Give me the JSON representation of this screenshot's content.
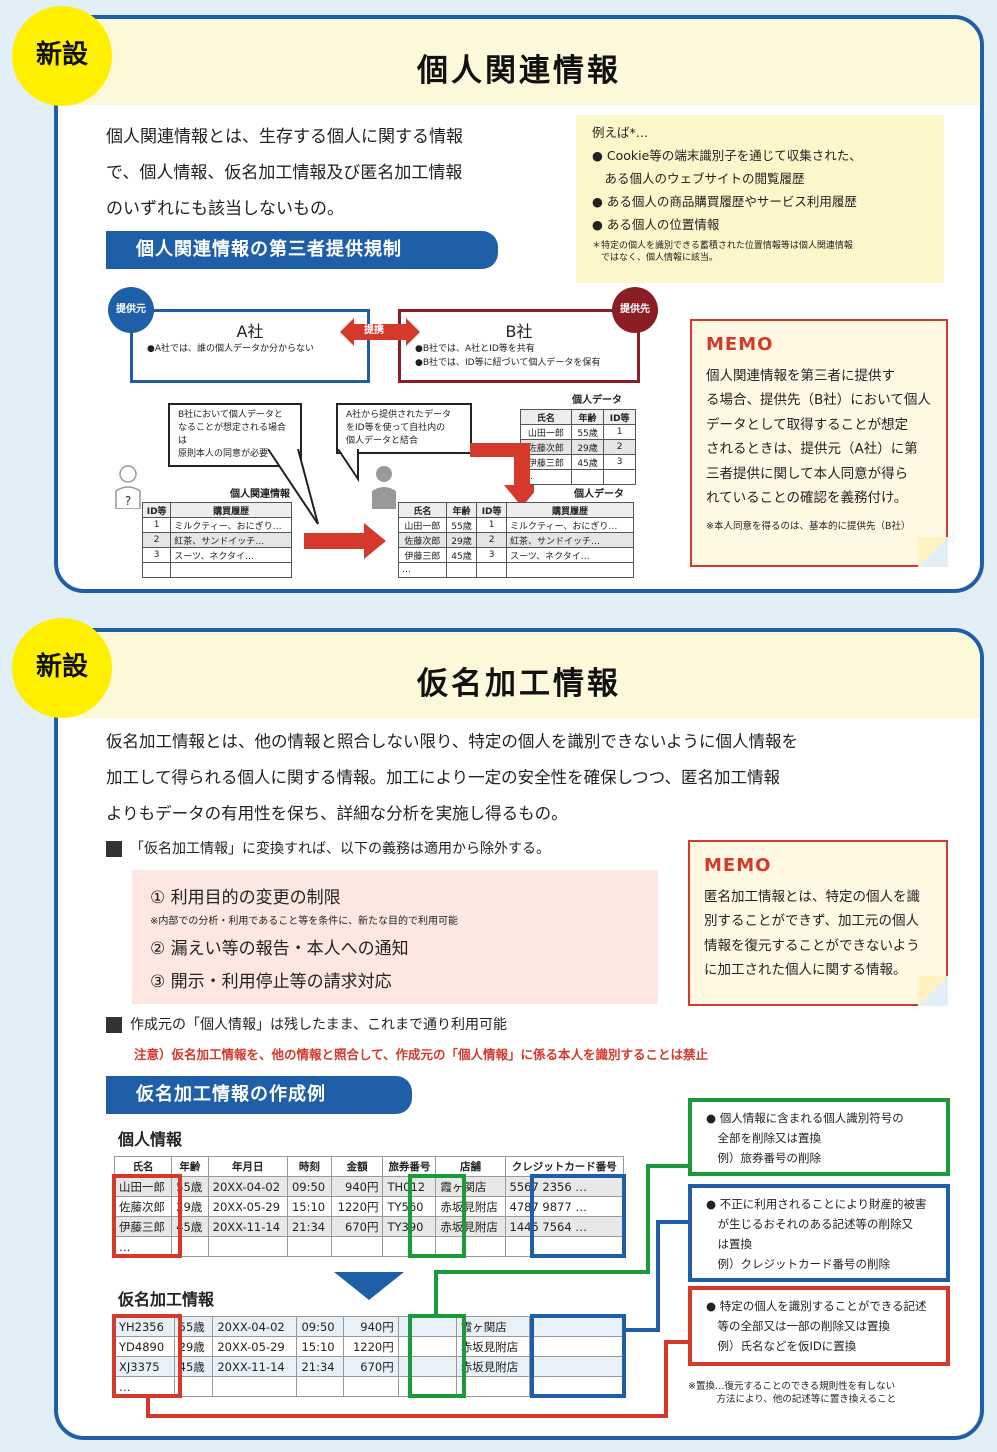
{
  "badge": "新設",
  "s1": {
    "title": "個人関連情報",
    "def": [
      "個人関連情報とは、生存する個人に関する情報",
      "で、個人情報、仮名加工情報及び匿名加工情報",
      "のいずれにも該当しないもの。"
    ],
    "bar": "個人関連情報の第三者提供規制",
    "example": {
      "title": "例えば*…",
      "items": [
        "● Cookie等の端末識別子を通じて収集された、",
        "　ある個人のウェブサイトの閲覧履歴",
        "● ある個人の商品購買履歴やサービス利用履歴",
        "● ある個人の位置情報"
      ],
      "note": [
        "＊特定の個人を識別できる蓄積された位置情報等は個人関連情報",
        "　ではなく、個人情報に該当。"
      ]
    },
    "provider_label": "提供元",
    "recipient_label": "提供先",
    "link_label": "提携",
    "a": {
      "name": "A社",
      "line": "●A社では、誰の個人データか分からない"
    },
    "b": {
      "name": "B社",
      "lines": [
        "●B社では、A社とID等を共有",
        "●B社では、ID等に紐づいて個人データを保有"
      ]
    },
    "bubble1": [
      "B社において個人データと",
      "なることが想定される場合は",
      "原則本人の同意が必要"
    ],
    "bubble2": [
      "A社から提供されたデータ",
      "をID等を使って自社内の",
      "個人データと結合"
    ],
    "question": "?",
    "rel_table": {
      "caption": "個人関連情報",
      "headers": [
        "ID等",
        "購買履歴"
      ],
      "rows": [
        [
          "1",
          "ミルクティー、おにぎり…"
        ],
        [
          "2",
          "紅茶、サンドイッチ…"
        ],
        [
          "3",
          "スーツ、ネクタイ…"
        ]
      ]
    },
    "pd_table": {
      "caption": "個人データ",
      "headers": [
        "氏名",
        "年齢",
        "ID等"
      ],
      "rows": [
        [
          "山田一郎",
          "55歳",
          "1"
        ],
        [
          "佐藤次郎",
          "29歳",
          "2"
        ],
        [
          "伊藤三郎",
          "45歳",
          "3"
        ]
      ],
      "more": "…"
    },
    "merged": {
      "caption": "個人データ",
      "headers": [
        "氏名",
        "年齢",
        "ID等",
        "購買履歴"
      ],
      "rows": [
        [
          "山田一郎",
          "55歳",
          "1",
          "ミルクティー、おにぎり…"
        ],
        [
          "佐藤次郎",
          "29歳",
          "2",
          "紅茶、サンドイッチ…"
        ],
        [
          "伊藤三郎",
          "45歳",
          "3",
          "スーツ、ネクタイ…"
        ]
      ],
      "more": "…"
    },
    "memo": {
      "title": "MEMO",
      "lines": [
        "個人関連情報を第三者に提供す",
        "る場合、提供先（B社）において個人",
        "データとして取得することが想定",
        "されるときは、提供元（A社）に第",
        "三者提供に関して本人同意が得ら",
        "れていることの確認を義務付け。"
      ],
      "note": "※本人同意を得るのは、基本的に提供先（B社）"
    }
  },
  "s2": {
    "title": "仮名加工情報",
    "def": [
      "仮名加工情報とは、他の情報と照合しない限り、特定の個人を識別できないように個人情報を",
      "加工して得られる個人に関する情報。加工により一定の安全性を確保しつつ、匿名加工情報",
      "よりもデータの有用性を保ち、詳細な分析を実施し得るもの。"
    ],
    "point1": "「仮名加工情報」に変換すれば、以下の義務は適用から除外する。",
    "exempt": [
      "① 利用目的の変更の制限",
      "※内部での分析・利用であること等を条件に、新たな目的で利用可能",
      "② 漏えい等の報告・本人への通知",
      "③ 開示・利用停止等の請求対応"
    ],
    "point2": "作成元の「個人情報」は残したまま、これまで通り利用可能",
    "caution": "注意）仮名加工情報を、他の情報と照合して、作成元の「個人情報」に係る本人を識別することは禁止",
    "memo": {
      "title": "MEMO",
      "lines": [
        "匿名加工情報とは、特定の個人を識",
        "別することができず、加工元の個人",
        "情報を復元することができないよう",
        "に加工された個人に関する情報。"
      ]
    },
    "bar": "仮名加工情報の作成例",
    "t1": {
      "caption": "個人情報",
      "headers": [
        "氏名",
        "年齢",
        "年月日",
        "時刻",
        "金額",
        "旅券番号",
        "店舗",
        "クレジットカード番号"
      ],
      "rows": [
        [
          "山田一郎",
          "55歳",
          "20XX-04-02",
          "09:50",
          "940円",
          "TH012",
          "霞ヶ関店",
          "5567 2356 …"
        ],
        [
          "佐藤次郎",
          "29歳",
          "20XX-05-29",
          "15:10",
          "1220円",
          "TY560",
          "赤坂見附店",
          "4787 9877 …"
        ],
        [
          "伊藤三郎",
          "45歳",
          "20XX-11-14",
          "21:34",
          "670円",
          "TY390",
          "赤坂見附店",
          "1445 7564 …"
        ]
      ],
      "more": "…"
    },
    "t2": {
      "caption": "仮名加工情報",
      "rows": [
        [
          "YH2356",
          "55歳",
          "20XX-04-02",
          "09:50",
          "940円",
          "",
          "霞ヶ関店",
          ""
        ],
        [
          "YD4890",
          "29歳",
          "20XX-05-29",
          "15:10",
          "1220円",
          "",
          "赤坂見附店",
          ""
        ],
        [
          "XJ3375",
          "45歳",
          "20XX-11-14",
          "21:34",
          "670円",
          "",
          "赤坂見附店",
          ""
        ]
      ],
      "more": "…"
    },
    "box_green": [
      "● 個人情報に含まれる個人識別符号の",
      "　全部を削除又は置換",
      "　例）旅券番号の削除"
    ],
    "box_blue": [
      "● 不正に利用されることにより財産的被害",
      "　が生じるおそれのある記述等の削除又",
      "　は置換",
      "　例）クレジットカード番号の削除"
    ],
    "box_red": [
      "● 特定の個人を識別することができる記述",
      "　等の全部又は一部の削除又は置換",
      "　例）氏名などを仮IDに置換"
    ],
    "footnote": [
      "※置換…復元することのできる規則性を有しない",
      "　　　方法により、他の記述等に置き換えること"
    ]
  }
}
